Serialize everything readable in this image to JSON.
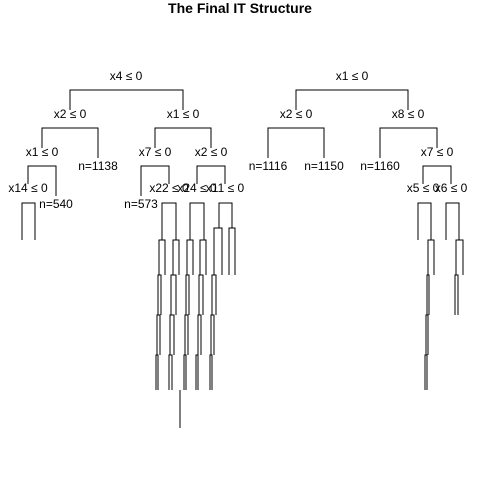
{
  "title": "The Final IT Structure",
  "labels": {
    "t1_root": "x4 ≤ 0",
    "t1_l": "x2 ≤ 0",
    "t1_r": "x1 ≤ 0",
    "t1_ll": "x1 ≤ 0",
    "t1_lr_leaf": "n=1138",
    "t1_lll": "x14 ≤ 0",
    "t1_llr_leaf": "n=540",
    "t1_rl": "x7 ≤ 0",
    "t1_rr": "x2 ≤ 0",
    "t1_rll_leaf": "n=573",
    "t1_rlr": "x22 ≤ 0",
    "t1_rrl": "x24 ≤ 0",
    "t1_rrr": "x11 ≤ 0",
    "t2_root": "x1 ≤ 0",
    "t2_l": "x2 ≤ 0",
    "t2_r": "x8 ≤ 0",
    "t2_ll_leaf": "n=1116",
    "t2_lr_leaf": "n=1150",
    "t2_rl_leaf": "n=1160",
    "t2_rr": "x7 ≤ 0",
    "t2_rrl": "x5 ≤ 0",
    "t2_rrr": "x6 ≤ 0"
  }
}
